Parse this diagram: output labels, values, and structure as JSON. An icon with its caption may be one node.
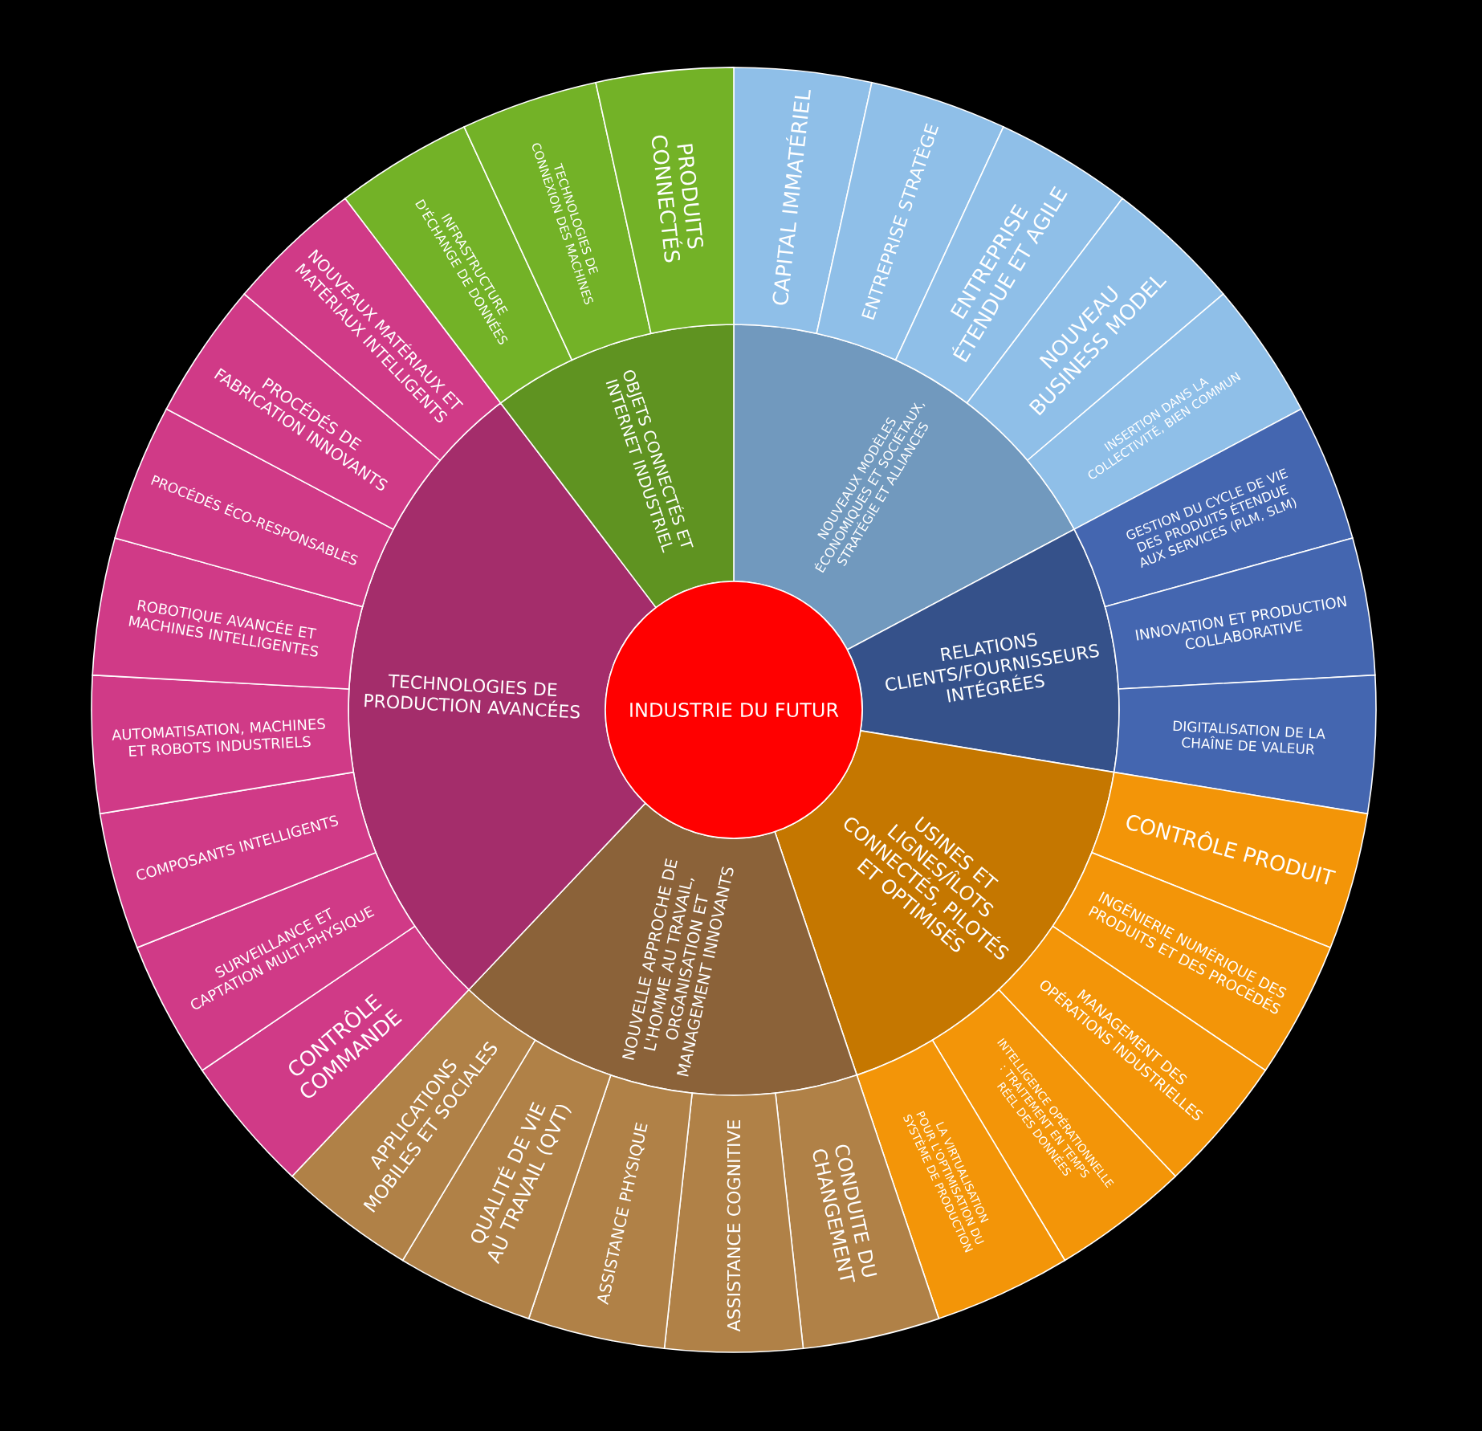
{
  "diagram": {
    "nodes": [
      {
        "text": [
          "INDUSTRIE DU FUTUR"
        ]
      },
      {
        "text": [
          "NOUVEAUX MODÈLES ÉCONOMIQUES ET SOCIÉTAUX, STRATÉGIE ET ALLIANCES"
        ]
      },
      {
        "text": [
          "RELATIONS CLIENTS/FOURNISSEURS INTÉGRÉES"
        ]
      },
      {
        "text": [
          "USINES ET LIGNES/ÎLOTS CONNECTÉS, PILOTÉS ET OPTIMISÉS"
        ]
      },
      {
        "text": [
          "NOUVELLE APPROCHE DE L'HOMME AU TRAVAIL, ORGANISATION ET MANAGEMENT INNOVANTS"
        ]
      },
      {
        "text": [
          "TECHNOLOGIES DE PRODUCTION AVANCÉES"
        ]
      },
      {
        "text": [
          "OBJETS CONNECTÉS ET INTERNET INDUSTRIEL"
        ]
      },
      {
        "text": [
          "CAPITAL IMMATÉRIEL"
        ]
      },
      {
        "text": [
          "ENTREPRISE STRATÈGE"
        ]
      },
      {
        "text": [
          "ENTREPRISE ÉTENDUE ET AGILE"
        ]
      },
      {
        "text": [
          "NOUVEAU BUSINESS MODEL"
        ]
      },
      {
        "text": [
          "INSERTION DANS LA COLLECTIVITÉ, BIEN COMMUN"
        ]
      },
      {
        "text": [
          "GESTION DU CYCLE DE VIE DES PRODUITS ÉTENDUE AUX SERVICES (PLM, SLM)"
        ]
      },
      {
        "text": [
          "INNOVATION ET PRODUCTION COLLABORATIVE"
        ]
      },
      {
        "text": [
          "DIGITALISATION DE LA CHAÎNE DE VALEUR"
        ]
      },
      {
        "text": [
          "CONTRÔLE PRODUIT"
        ]
      },
      {
        "text": [
          "INGÉNIERIE NUMÉRIQUE DES PRODUITS ET DES PROCÉDÉS"
        ]
      },
      {
        "text": [
          "MANAGEMENT DES OPÉRATIONS INDUSTRIELLES"
        ]
      },
      {
        "text": [
          "INTELLIGENCE OPÉRATIONNELLE : TRAITEMENT EN TEMPS RÉEL DES DONNÉES"
        ]
      },
      {
        "text": [
          "LA VIRTUALISATION POUR L'OPTIMISATION DU SYSTÈME DE PRODUCTION"
        ]
      },
      {
        "text": [
          "CONDUITE DU CHANGEMENT"
        ]
      },
      {
        "text": [
          "ASSISTANCE COGNITIVE"
        ]
      },
      {
        "text": [
          "ASSISTANCE PHYSIQUE"
        ]
      },
      {
        "text": [
          "QUALITÉ DE VIE AU TRAVAIL (QVT)"
        ]
      },
      {
        "text": [
          "APPLICATIONS MOBILES ET SOCIALES"
        ]
      },
      {
        "text": [
          "CONTRÔLE COMMANDE"
        ]
      },
      {
        "text": [
          "SURVEILLANCE ET CAPTATION MULTI-PHYSIQUE"
        ]
      },
      {
        "text": [
          "COMPOSANTS INTELLIGENTS"
        ]
      },
      {
        "text": [
          "AUTOMATISATION, MACHINES ET ROBOTS INDUSTRIELS"
        ]
      },
      {
        "text": [
          "ROBOTIQUE AVANCÉE ET MACHINES INTELLIGENTES"
        ]
      },
      {
        "text": [
          "PROCÉDÉS ÉCO-RESPONSABLES"
        ]
      },
      {
        "text": [
          "PROCÉDÉS DE FABRICATION INNOVANTS"
        ]
      },
      {
        "text": [
          "NOUVEAUX MATÉRIAUX ET MATÉRIAUX INTELLIGENTS"
        ]
      },
      {
        "text": [
          "INFRASTRUCTURE D'ÉCHANGE DE DONNÉES"
        ]
      },
      {
        "text": [
          "TECHNOLOGIES DE CONNEXION DES MACHINES"
        ]
      },
      {
        "text": [
          "PRODUITS CONNECTÉS"
        ]
      }
    ]
  }
}
